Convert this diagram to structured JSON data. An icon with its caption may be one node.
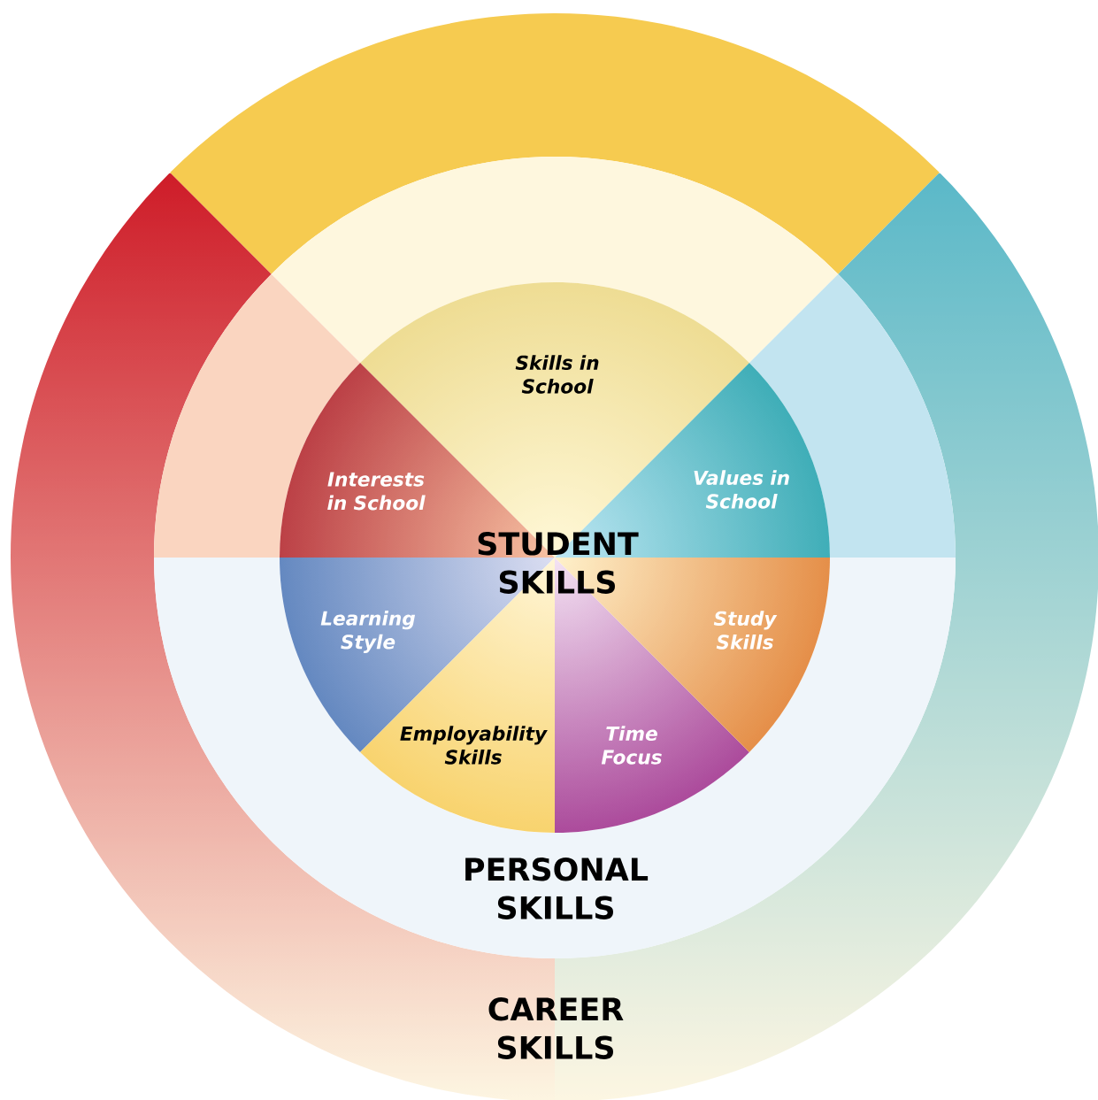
{
  "diagram": {
    "nodes": [
      {
        "text": [
          "CAREER SKILLS"
        ]
      },
      {
        "text": [
          "PERSONAL SKILLS"
        ]
      },
      {
        "text": [
          "STUDENT SKILLS"
        ]
      },
      {
        "text": [
          "Skills in School"
        ]
      },
      {
        "text": [
          "Interests in School"
        ]
      },
      {
        "text": [
          "Values in School"
        ]
      },
      {
        "text": [
          "Learning Style"
        ]
      },
      {
        "text": [
          "Employability Skills"
        ]
      },
      {
        "text": [
          "Time Focus"
        ]
      },
      {
        "text": [
          "Study Skills"
        ]
      }
    ]
  }
}
